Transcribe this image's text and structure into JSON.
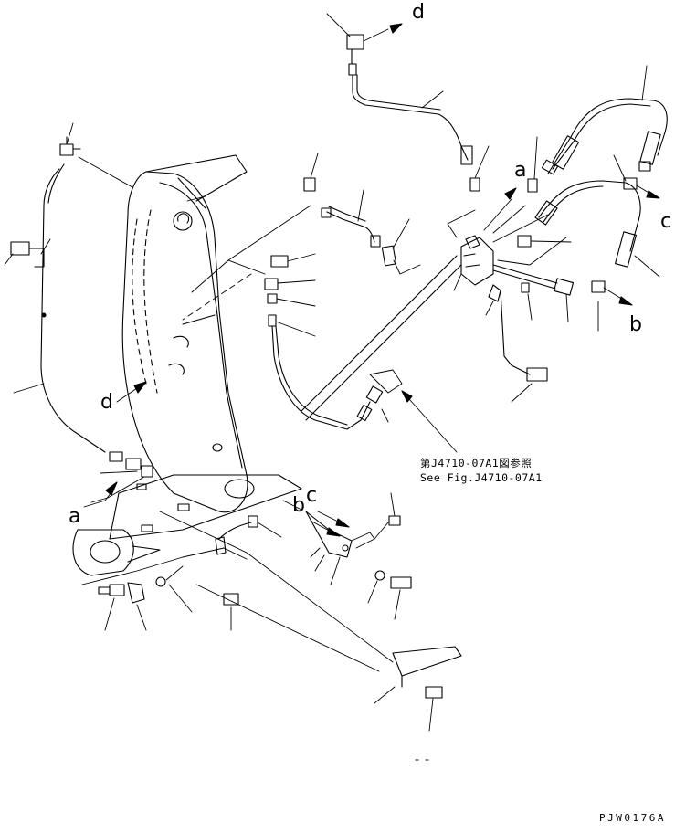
{
  "labels": {
    "d_top": "d",
    "c_right": "c",
    "a_upper": "a",
    "b_right": "b",
    "d_left": "d",
    "a_lower": "a",
    "b_center": "b",
    "c_center": "c"
  },
  "reference": {
    "line1": "第J4710-07A1図参照",
    "line2": "See Fig.J4710-07A1"
  },
  "drawing_code": "PJW0176A"
}
